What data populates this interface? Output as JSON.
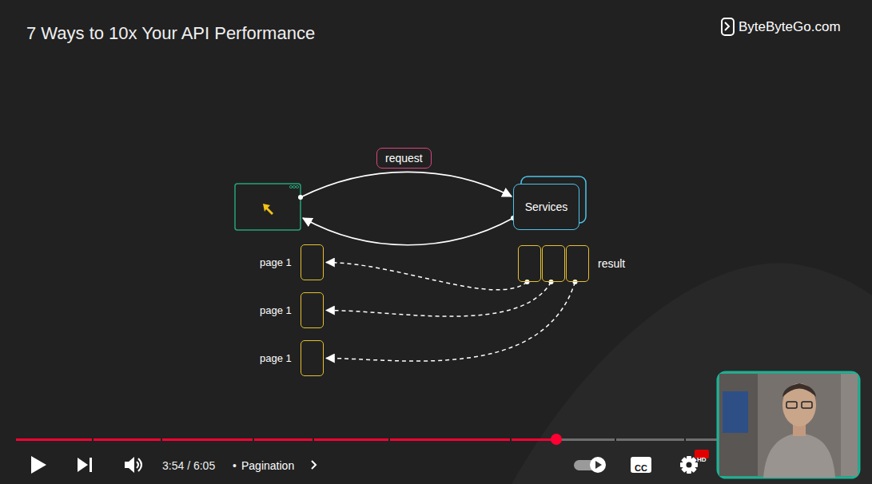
{
  "diagram": {
    "title": "7 Ways to 10x Your API Performance",
    "nodes": [
      {
        "text": [
          "Services"
        ]
      },
      {
        "text": [
          "result"
        ]
      },
      {
        "text": [
          "page 1"
        ]
      },
      {
        "text": [
          "page 1"
        ]
      },
      {
        "text": [
          "page 1"
        ]
      }
    ],
    "edges": [
      {
        "from": 1,
        "to": 2,
        "arrow": "to"
      },
      {
        "from": 1,
        "to": 3,
        "arrow": "to"
      },
      {
        "from": 1,
        "to": 4,
        "arrow": "to"
      }
    ],
    "labels": [
      "request",
      "ByteByteGo.com",
      "3:54 / 6:05",
      "•",
      "Pagination",
      "CC",
      "HD"
    ]
  }
}
